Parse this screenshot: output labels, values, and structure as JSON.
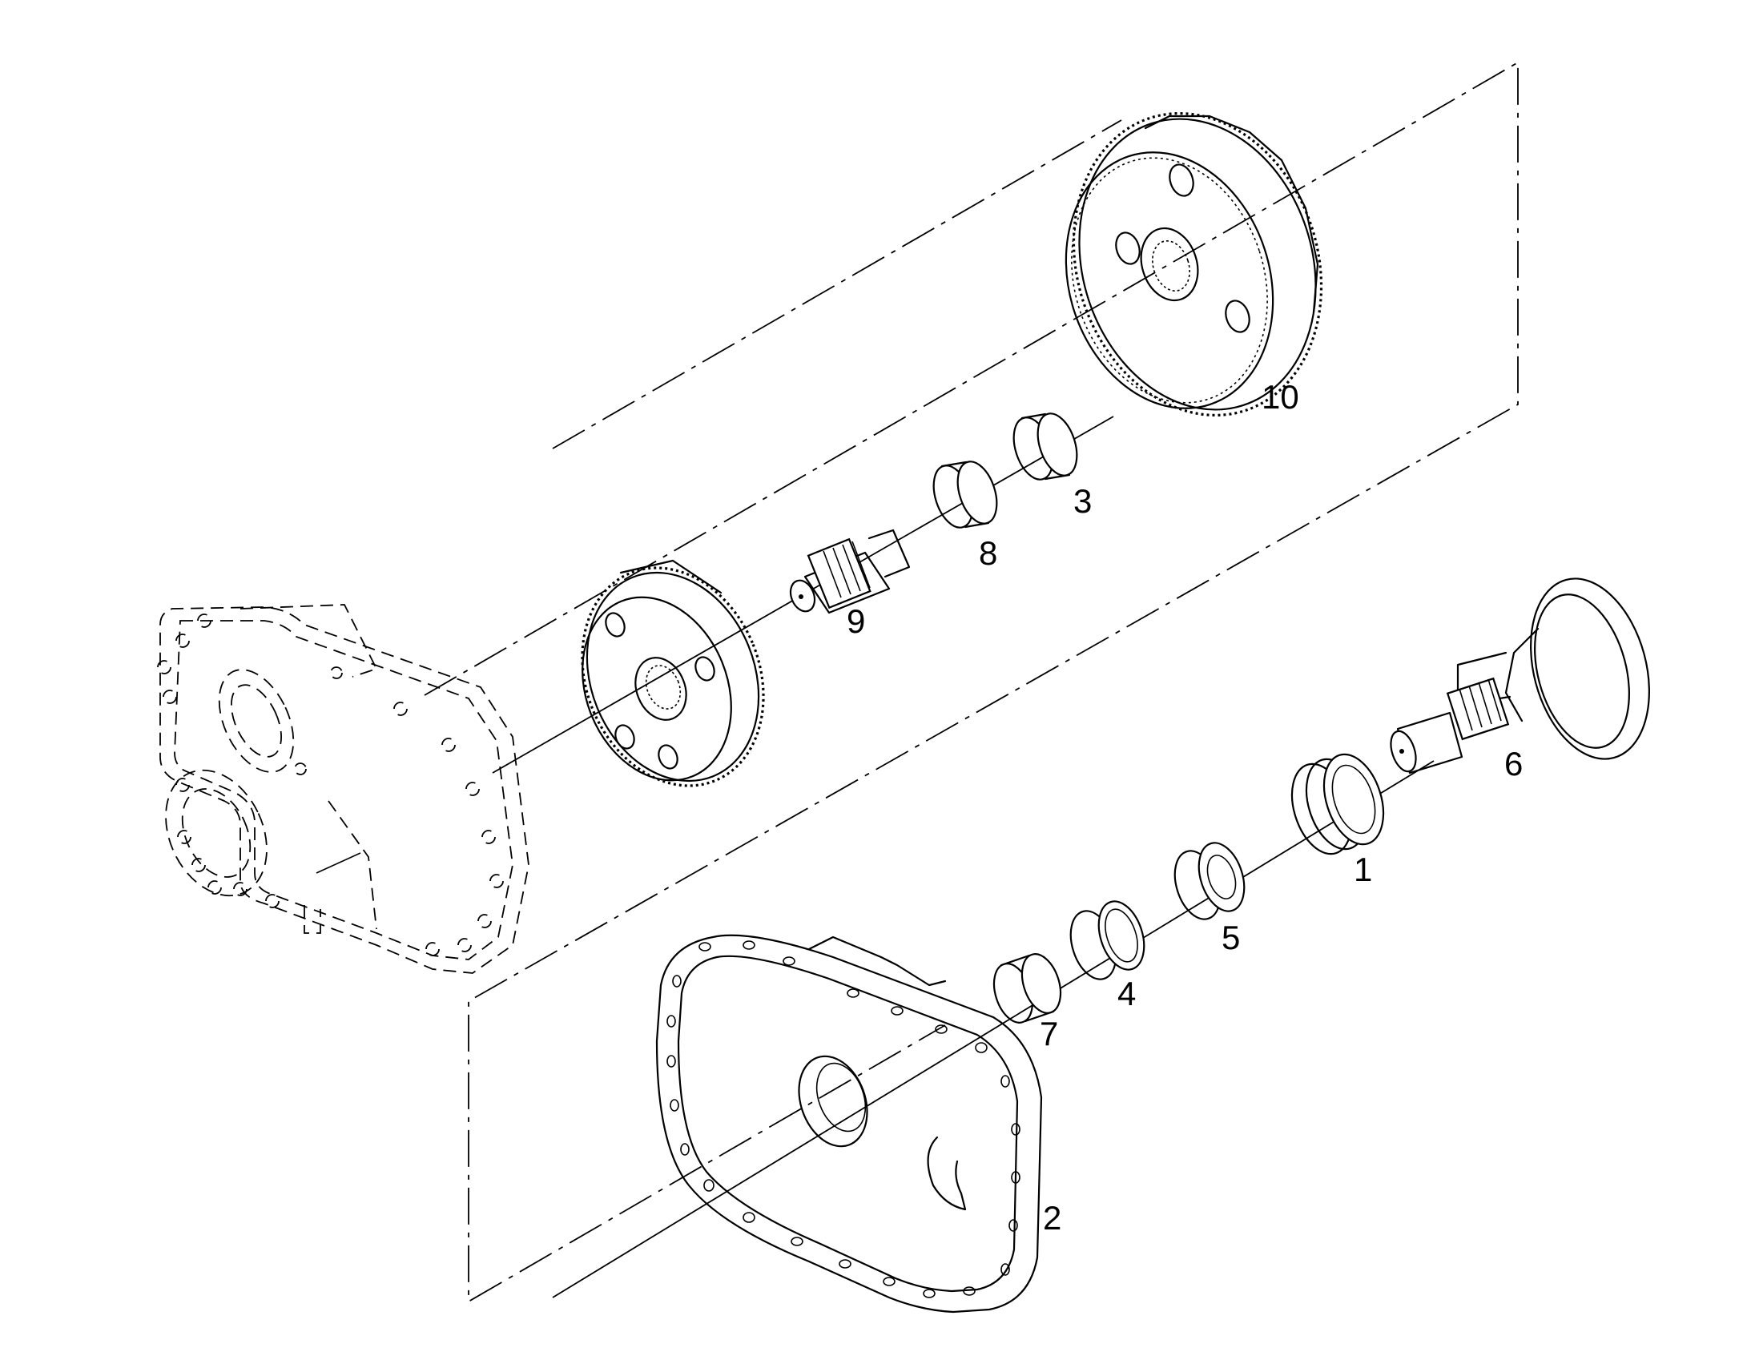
{
  "callouts": {
    "p1": "1",
    "p2": "2",
    "p3": "3",
    "p4": "4",
    "p5": "5",
    "p6": "6",
    "p7": "7",
    "p8": "8",
    "p9": "9",
    "p10": "10"
  }
}
